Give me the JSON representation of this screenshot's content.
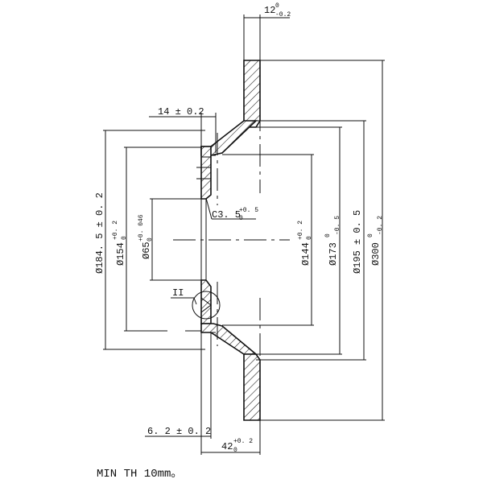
{
  "dimensions": {
    "hub_thickness": {
      "base": "12",
      "sup": "0",
      "sub": "-0.2"
    },
    "hat_offset": {
      "text": "14 ± 0.2"
    },
    "chamfer": {
      "base": "C3. 5",
      "sup": "+0. 5",
      "sub": "0"
    },
    "detail_marker": {
      "text": "II"
    },
    "outer_ring_width": {
      "text": "6. 2 ± 0. 2"
    },
    "total_height": {
      "base": "42",
      "sup": "+0. 2",
      "sub": "0"
    },
    "dia_184": {
      "text": "Ø184. 5 ± 0. 2"
    },
    "dia_154": {
      "base": "Ø154",
      "sup": "+0. 2",
      "sub": "0"
    },
    "dia_65": {
      "base": "Ø65",
      "sup": "+0. 046",
      "sub": "0"
    },
    "dia_144": {
      "base": "Ø144",
      "sup": "+0. 2",
      "sub": "0"
    },
    "dia_173": {
      "base": "Ø173",
      "sup": "0",
      "sub": "-0. 5"
    },
    "dia_195": {
      "text": "Ø195 ± 0. 5"
    },
    "dia_300": {
      "base": "Ø300",
      "sup": "0",
      "sub": "-0. 2"
    }
  },
  "note": "MIN TH 10mm。"
}
